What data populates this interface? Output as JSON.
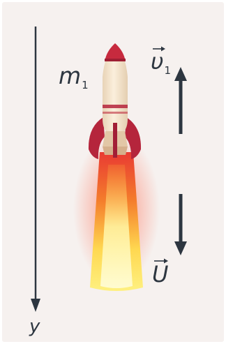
{
  "labels": {
    "mass": "m",
    "mass_sub": "1",
    "rocket_velocity": "υ",
    "rocket_velocity_sub": "1",
    "exhaust_velocity": "U",
    "axis": "y"
  },
  "colors": {
    "background": "#f6f1ef",
    "ink": "#2d3640",
    "rocket_body": "#f7e6cd",
    "rocket_red": "#b5253c",
    "flame_outer": "#e8322a",
    "flame_inner": "#fff07a"
  }
}
